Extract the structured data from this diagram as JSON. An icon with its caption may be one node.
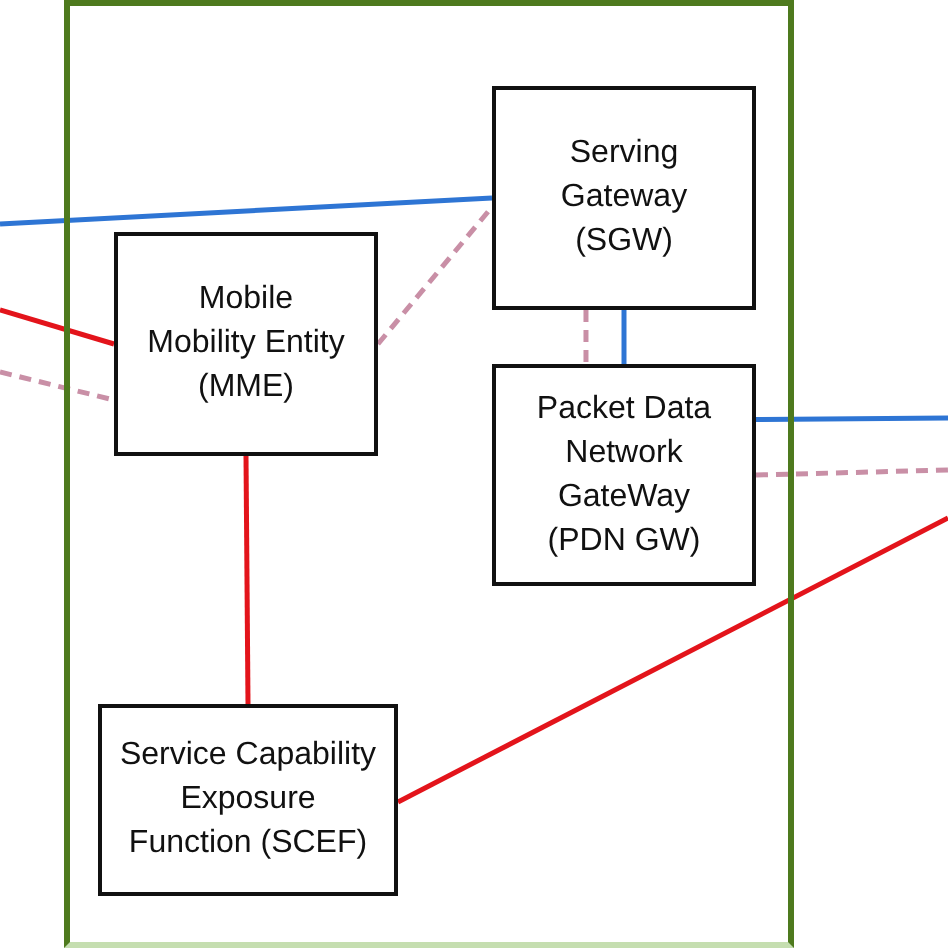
{
  "diagram": {
    "nodes": [
      {
        "text": [],
        "shape": "box"
      },
      {
        "text": [
          "Serving Gateway (SGW)"
        ],
        "in": 0
      },
      {
        "text": [
          "Mobile Mobility Entity (MME)"
        ],
        "in": 0
      },
      {
        "text": [
          "Packet Data Network GateWay (PDN GW)"
        ],
        "in": 0
      },
      {
        "text": [
          "Service Capability Exposure Function (SCEF)"
        ],
        "in": 0
      }
    ],
    "edges": [
      {
        "from": null,
        "to": 1,
        "arrow": "none",
        "color": "#2e75d4"
      },
      {
        "from": null,
        "to": 2,
        "arrow": "none",
        "color": "#e3141b"
      },
      {
        "from": null,
        "to": 2,
        "arrow": "none",
        "style": "dashed",
        "color": "#c98fa6"
      },
      {
        "from": 2,
        "to": 1,
        "arrow": "none",
        "style": "dashed",
        "color": "#c98fa6"
      },
      {
        "from": 1,
        "to": 3,
        "arrow": "none",
        "style": "dashed",
        "color": "#c98fa6"
      },
      {
        "from": 1,
        "to": 3,
        "arrow": "none",
        "color": "#2e75d4"
      },
      {
        "from": 3,
        "to": null,
        "arrow": "none",
        "color": "#2e75d4"
      },
      {
        "from": 3,
        "to": null,
        "arrow": "none",
        "style": "dashed",
        "color": "#c98fa6"
      },
      {
        "from": 2,
        "to": 4,
        "arrow": "none",
        "color": "#e3141b"
      },
      {
        "from": 4,
        "to": null,
        "arrow": "none",
        "color": "#e3141b"
      }
    ]
  }
}
